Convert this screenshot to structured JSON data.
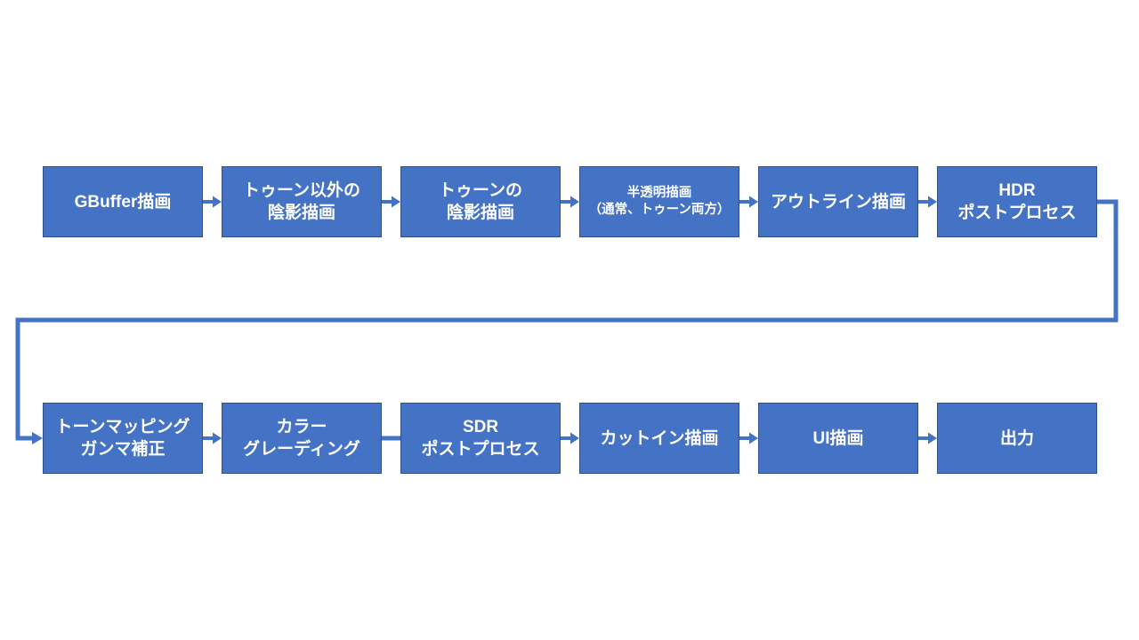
{
  "slide": {
    "background": "#ffffff"
  },
  "diagram": {
    "colors": {
      "box_fill": "#4472C4",
      "box_border": "#2F528F",
      "connector": "#4472C4",
      "text": "#FFFFFF"
    },
    "top_row": [
      {
        "lines": [
          "GBuffer描画"
        ]
      },
      {
        "lines": [
          "トゥーン以外の",
          "陰影描画"
        ]
      },
      {
        "lines": [
          "トゥーンの",
          "陰影描画"
        ]
      },
      {
        "lines": [
          "半透明描画",
          "（通常、トゥーン両方）"
        ]
      },
      {
        "lines": [
          "アウトライン描画"
        ]
      },
      {
        "lines": [
          "HDR",
          "ポストプロセス"
        ]
      }
    ],
    "bottom_row": [
      {
        "lines": [
          "トーンマッピング",
          "ガンマ補正"
        ]
      },
      {
        "lines": [
          "カラー",
          "グレーディング"
        ]
      },
      {
        "lines": [
          "SDR",
          "ポストプロセス"
        ]
      },
      {
        "lines": [
          "カットイン描画"
        ]
      },
      {
        "lines": [
          "UI描画"
        ]
      },
      {
        "lines": [
          "出力"
        ]
      }
    ]
  }
}
